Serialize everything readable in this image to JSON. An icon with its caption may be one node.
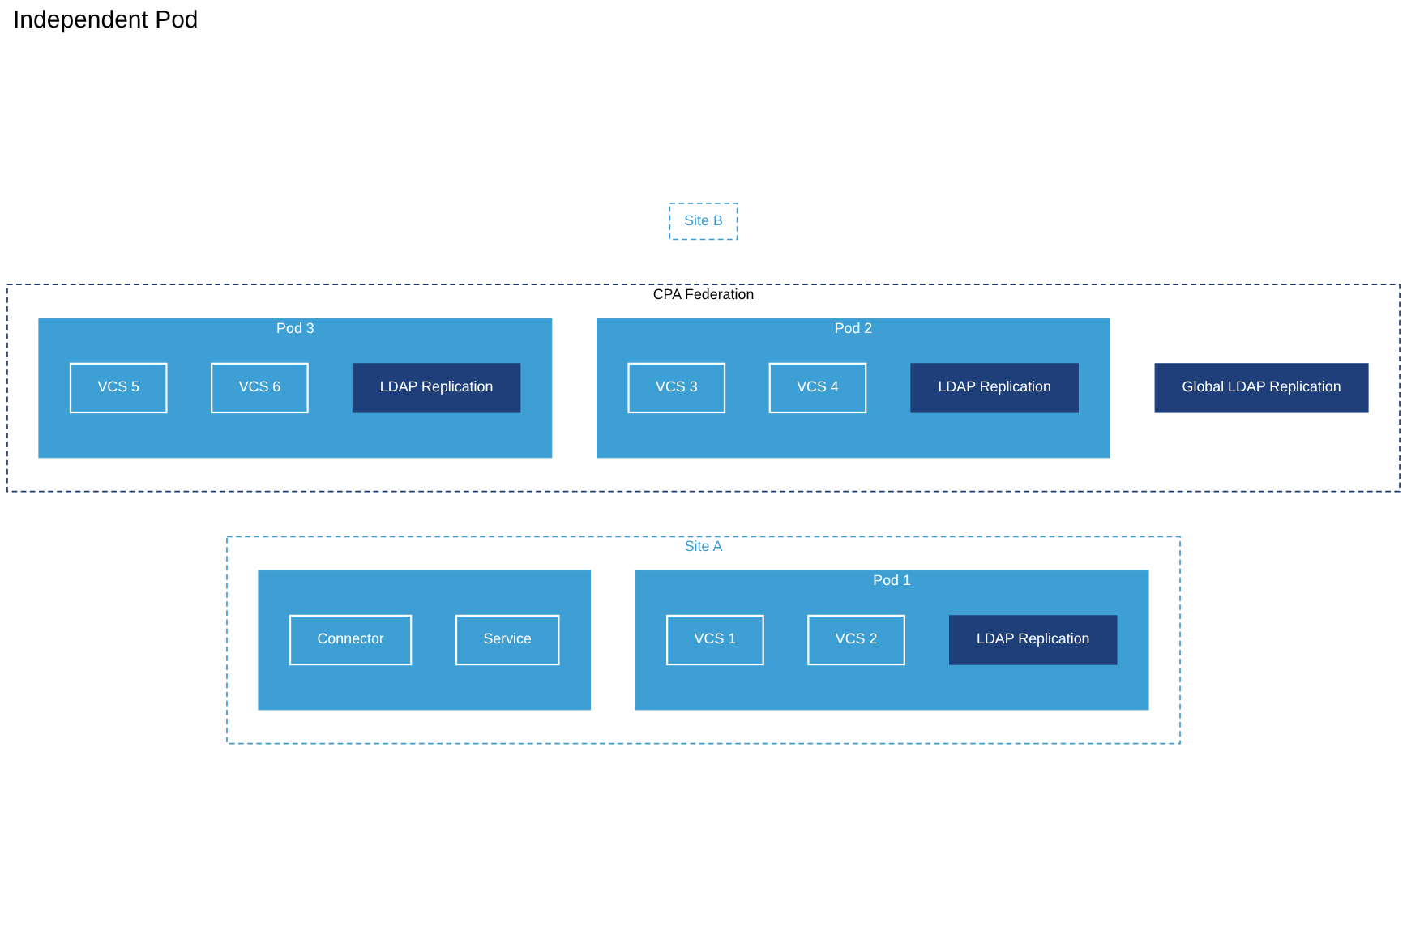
{
  "diagram": {
    "nodes": [
      {
        "text": [
          "Site A"
        ]
      },
      {
        "text": [
          "Pod 1"
        ],
        "in": 0
      },
      {
        "text": [
          "VCS 1"
        ],
        "in": 1
      },
      {
        "text": [
          "VCS 2"
        ],
        "in": 1
      },
      {
        "text": [
          "LDAP Replication"
        ],
        "in": 1
      },
      {
        "text": [
          "CPA Federation"
        ]
      },
      {
        "text": [
          "Pod 2"
        ],
        "in": 5
      },
      {
        "text": [
          "VCS 3"
        ],
        "in": 6
      },
      {
        "text": [
          "VCS 4"
        ],
        "in": 6
      },
      {
        "text": [
          "LDAP Replication"
        ],
        "in": 6
      },
      {
        "text": [
          "Global LDAP Replication"
        ],
        "in": 5
      },
      {
        "text": [
          "Pod 3"
        ],
        "in": 5
      },
      {
        "text": [
          "VCS 5"
        ],
        "in": 11
      },
      {
        "text": [
          "VCS 6"
        ],
        "in": 11
      },
      {
        "text": [
          "LDAP Replication"
        ],
        "in": 11
      },
      {
        "text": [],
        "shape": "box",
        "in": 0
      },
      {
        "text": [
          "Connector"
        ],
        "in": 15
      },
      {
        "text": [
          "Service"
        ],
        "in": 15
      },
      {
        "text": [
          "Site B"
        ]
      }
    ],
    "edges": [],
    "labels": [
      "Independent Pod"
    ]
  }
}
